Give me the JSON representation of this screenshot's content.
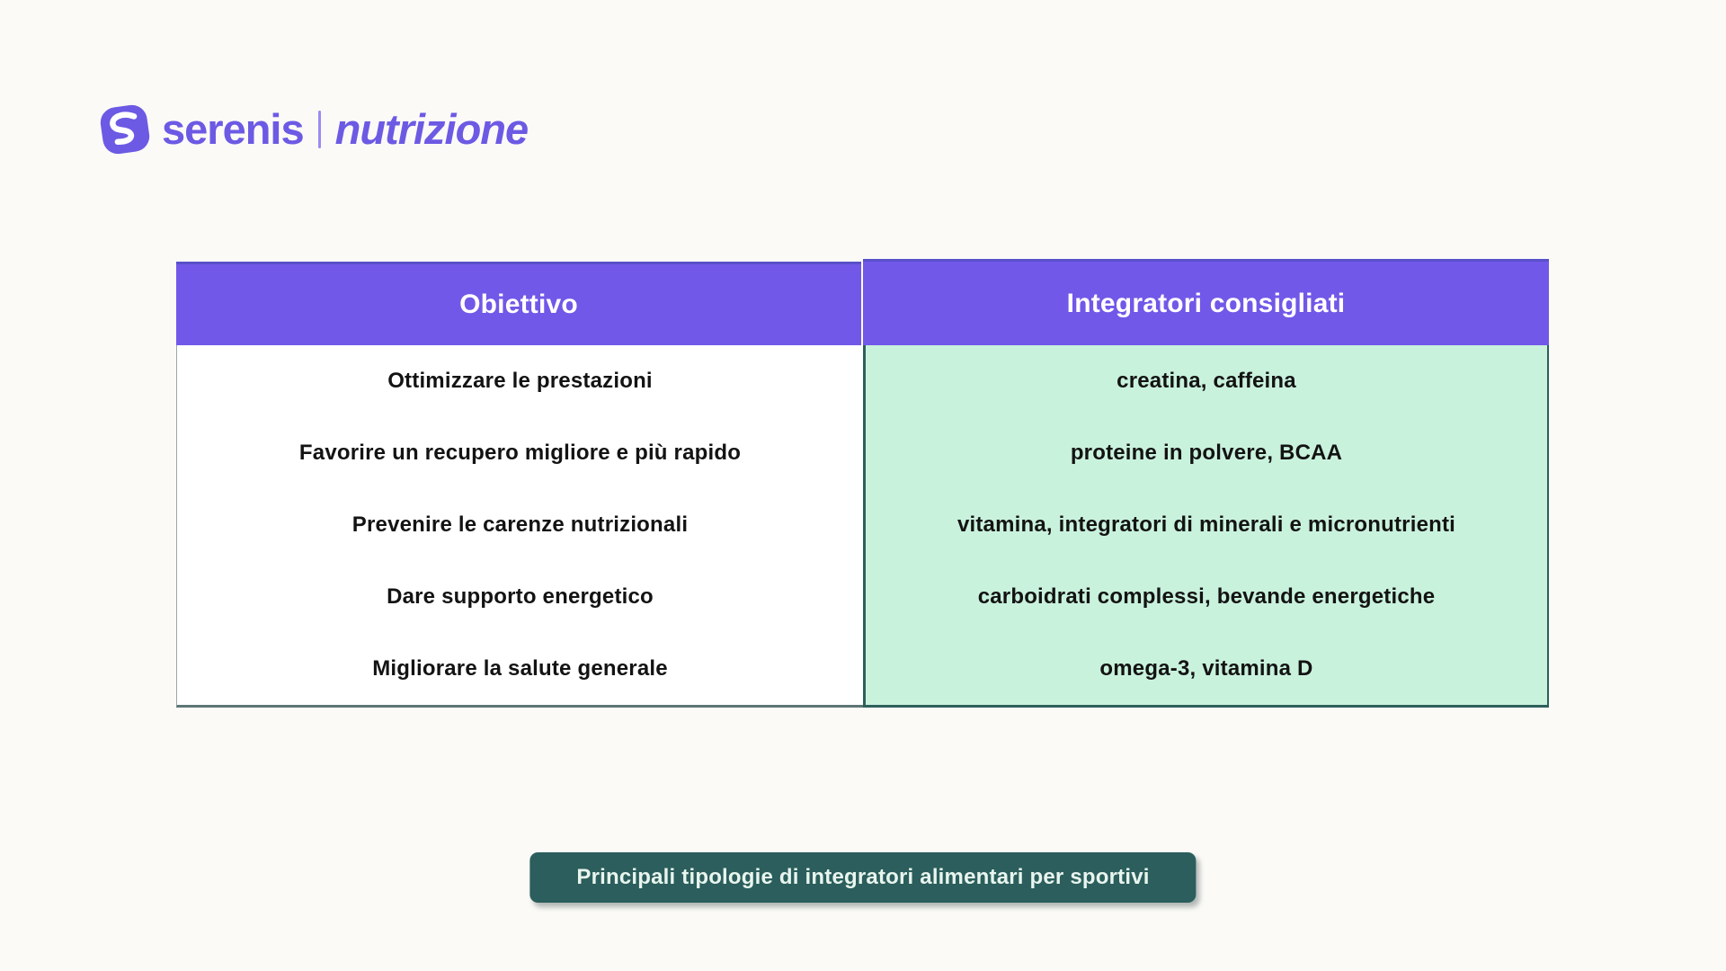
{
  "logo": {
    "brand": "serenis",
    "product": "nutrizione",
    "brand_color": "#6C5AE4"
  },
  "table": {
    "headers": {
      "col1": "Obiettivo",
      "col2": "Integratori consigliati"
    },
    "rows": [
      {
        "obiettivo": "Ottimizzare le prestazioni",
        "integratori": "creatina, caffeina"
      },
      {
        "obiettivo": "Favorire un recupero migliore e più rapido",
        "integratori": "proteine in polvere, BCAA"
      },
      {
        "obiettivo": "Prevenire le carenze nutrizionali",
        "integratori": "vitamina, integratori di minerali e micronutrienti"
      },
      {
        "obiettivo": "Dare supporto energetico",
        "integratori": "carboidrati complessi, bevande energetiche"
      },
      {
        "obiettivo": "Migliorare la salute generale",
        "integratori": "omega-3, vitamina D"
      }
    ],
    "colors": {
      "header_bg": "#7158E8",
      "header_text": "#FFFFFF",
      "left_body_bg": "#FFFFFF",
      "right_body_bg": "#C9F2DD",
      "border_teal": "#2E5F5B"
    }
  },
  "caption": {
    "label": "Principali tipologie di integratori alimentari per sportivi",
    "bg": "#2B5E5C",
    "text_color": "#E8F5EE"
  }
}
